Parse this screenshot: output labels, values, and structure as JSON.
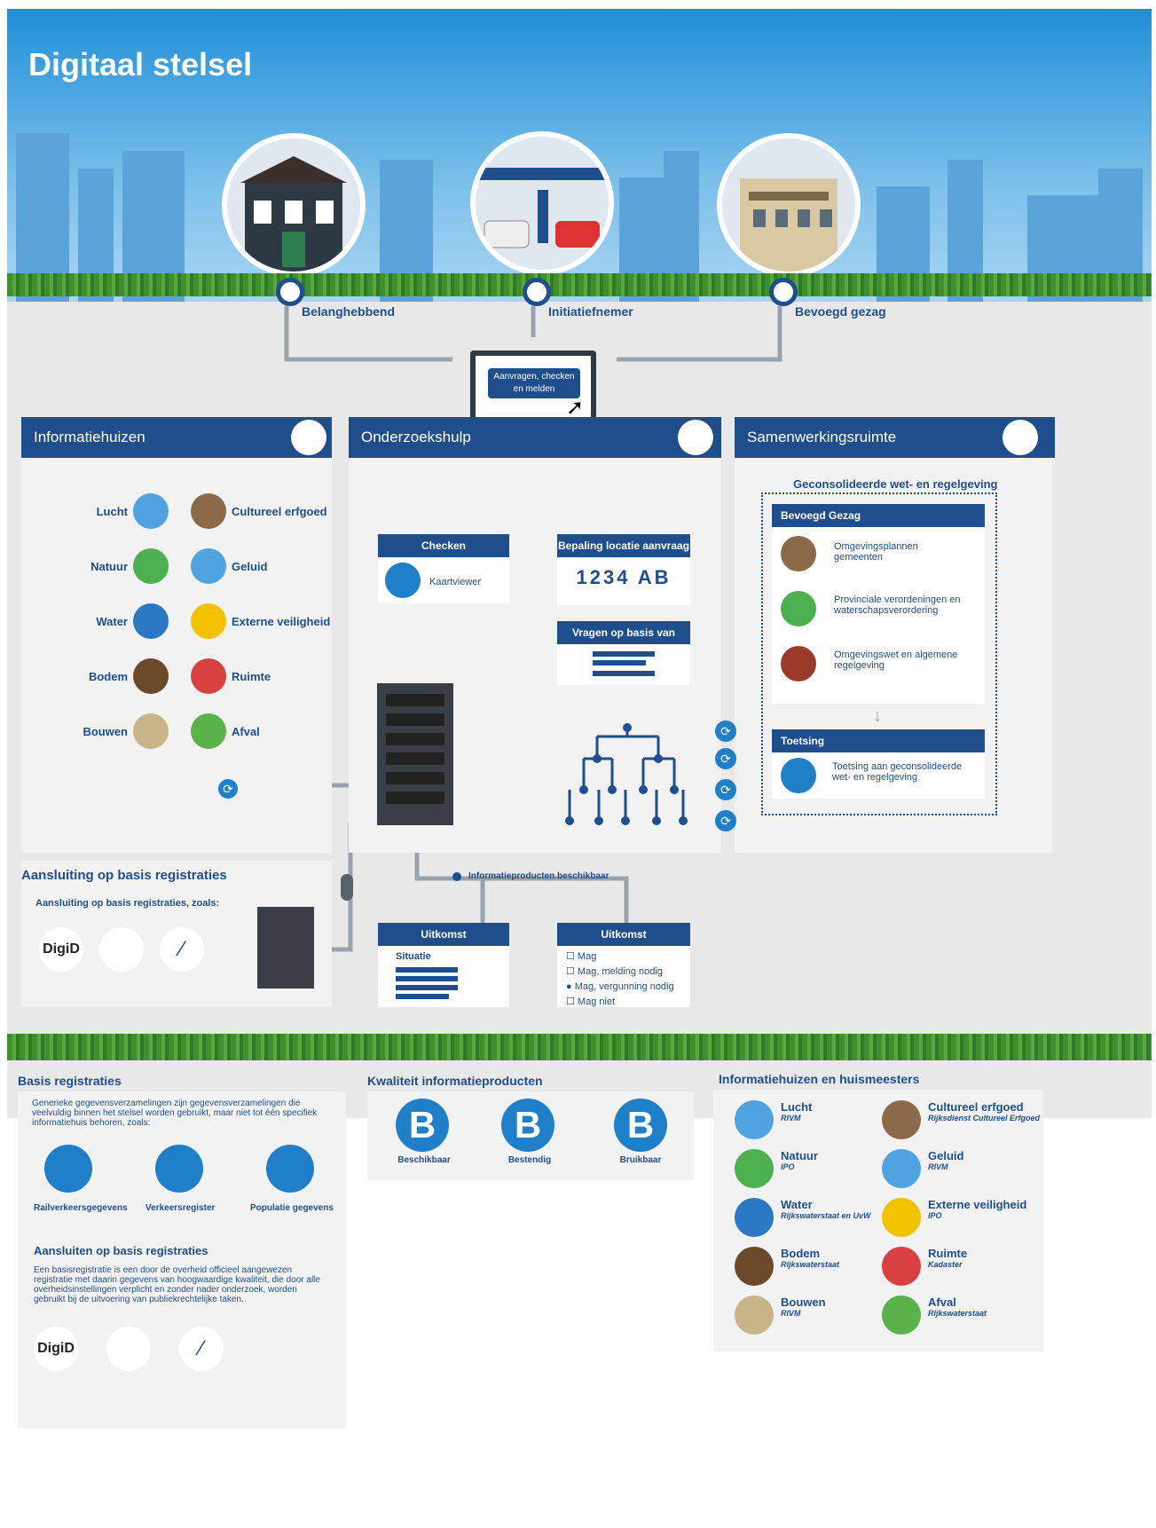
{
  "title": "Digitaal stelsel",
  "actors": [
    "Belanghebbend",
    "Initiatiefnemer",
    "Bevoegd gezag"
  ],
  "monitor_text": "Aanvragen, checken en melden",
  "panels": {
    "informatiehuizen": "Informatiehuizen",
    "onderzoekshulp": "Onderzoekshulp",
    "samenwerkingsruimte": "Samenwerkingsruimte"
  },
  "info_left": [
    "Lucht",
    "Natuur",
    "Water",
    "Bodem",
    "Bouwen"
  ],
  "info_right": [
    "Cultureel erfgoed",
    "Geluid",
    "Externe veiligheid",
    "Ruimte",
    "Afval"
  ],
  "checken": {
    "title": "Checken",
    "item": "Kaartviewer"
  },
  "locatie": {
    "title": "Bepaling locatie aanvraag",
    "code": "1234 AB"
  },
  "vragen": "Vragen op basis van locatie",
  "aansluiting": {
    "title": "Aansluiting op basis registraties",
    "sub": "Aansluiting op basis registraties, zoals:",
    "logos": [
      "DigiD"
    ]
  },
  "informatieproducten": "Informatieproducten beschikbaar",
  "uitkomst_left": {
    "title": "Uitkomst",
    "label": "Situatie"
  },
  "uitkomst_right": {
    "title": "Uitkomst",
    "options": [
      "Mag",
      "Mag, melding nodig",
      "Mag, vergunning nodig",
      "Mag niet"
    ]
  },
  "samenwerking": {
    "heading": "Geconsolideerde wet- en regelgeving",
    "bevoegd": "Bevoegd Gezag",
    "items": [
      "Omgevingsplannen gemeenten",
      "Provinciale verordeningen en waterschapsverordering",
      "Omgevingswet en algemene regelgeving"
    ],
    "toetsing": "Toetsing",
    "toetsing_item": "Toetsing aan geconsolideerde wet- en regelgeving"
  },
  "bottom": {
    "basis": {
      "title": "Basis registraties",
      "text": "Generieke gegevensverzamelingen zijn gegevensverzamelingen die veelvuldig binnen het stelsel worden gebruikt, maar niet tot één specifiek informatiehuis behoren, zoals:",
      "items": [
        "Railverkeersgegevens",
        "Verkeersregister",
        "Populatie gegevens"
      ],
      "sub_title": "Aansluiten op basis registraties",
      "sub_text": "Een basisregistratie is een door de overheid officieel aangewezen registratie met daarin gegevens van hoogwaardige kwaliteit, die door alle overheidsinstellingen verplicht en zonder nader onderzoek, worden gebruikt bij de uitvoering van publiekrechtelijke taken."
    },
    "kwaliteit": {
      "title": "Kwaliteit informatieproducten",
      "badges": [
        "Beschikbaar",
        "Bestendig",
        "Bruikbaar"
      ],
      "letter": "B"
    },
    "huizen": {
      "title": "Informatiehuizen en huismeesters",
      "left": [
        [
          "Lucht",
          "RIVM"
        ],
        [
          "Natuur",
          "IPO"
        ],
        [
          "Water",
          "Rijkswaterstaat en UvW"
        ],
        [
          "Bodem",
          "Rijkswaterstaat"
        ],
        [
          "Bouwen",
          "RIVM"
        ]
      ],
      "right": [
        [
          "Cultureel erfgoed",
          "Rijksdienst Cultureel Erfgoed"
        ],
        [
          "Geluid",
          "RIVM"
        ],
        [
          "Externe veiligheid",
          "IPO"
        ],
        [
          "Ruimte",
          "Kadaster"
        ],
        [
          "Afval",
          "Rijkswaterstaat"
        ]
      ]
    }
  },
  "colors": {
    "primary": "#1f4e8c",
    "accent": "#1f7fc9",
    "grass": "#3f8f2e"
  }
}
